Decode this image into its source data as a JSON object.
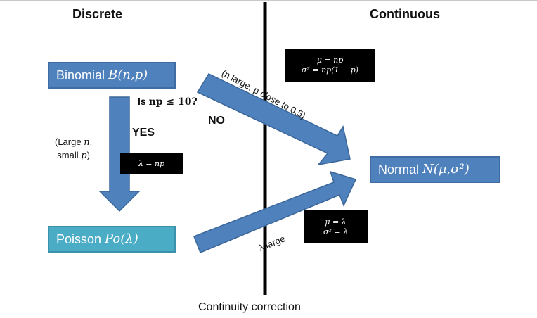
{
  "headings": {
    "discrete": "Discrete",
    "continuous": "Continuous"
  },
  "distributions": {
    "binomial": {
      "name": "Binomial",
      "symbol": "B(n,p)"
    },
    "poisson": {
      "name": "Poisson",
      "symbol": "Po(λ)"
    },
    "normal": {
      "name": "Normal",
      "symbol": "N(μ,σ²)"
    }
  },
  "formulas": {
    "binomial_to_normal": {
      "line1": "μ = np",
      "line2": "σ² = np(1 − p)"
    },
    "binomial_to_poisson": {
      "line1": "λ = np"
    },
    "poisson_to_normal": {
      "line1": "μ = λ",
      "line2": "σ² = λ"
    }
  },
  "labels": {
    "question_prefix": "Is ",
    "question_math": "np ≤ 10?",
    "yes": "YES",
    "no": "NO",
    "large_n_line1_prefix": "(Large ",
    "large_n_line1_math": "n",
    "large_n_line1_suffix": ",",
    "large_n_line2_prefix": "small ",
    "large_n_line2_math": "p",
    "large_n_line2_suffix": ")",
    "binomial_normal_condition": "(n large, p close to 0.5)",
    "poisson_normal_condition": "λ large",
    "continuity_correction": "Continuity correction"
  },
  "colors": {
    "arrow": "#4f81bd",
    "arrow_border": "#3a6699",
    "binomial_box": "#4f81bd",
    "poisson_box": "#4bacc6",
    "normal_box": "#4f81bd",
    "divider": "#000000"
  }
}
